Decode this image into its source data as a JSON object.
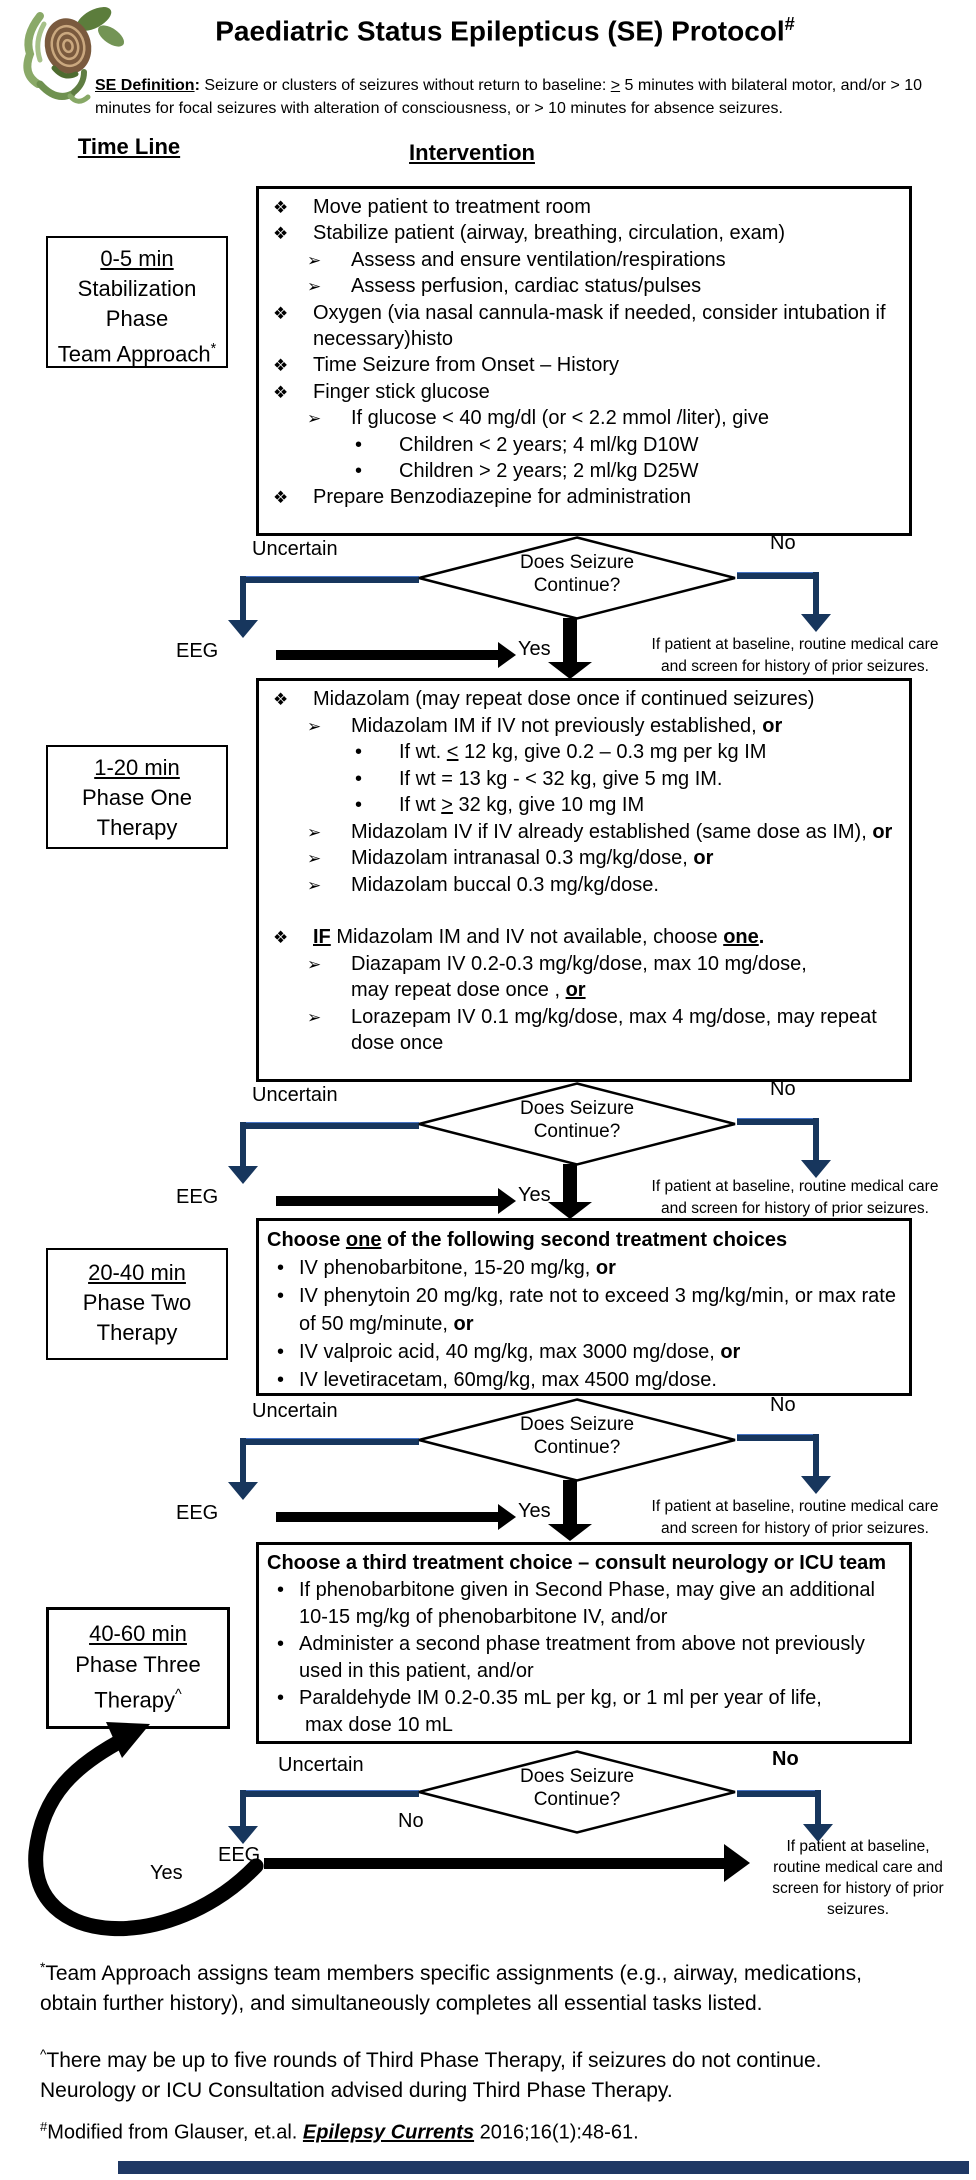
{
  "header": {
    "title": "Paediatric Status Epilepticus (SE) Protocol",
    "title_sup": "#",
    "definition": {
      "label": "SE Definition",
      "colon": ":",
      "t1": " Seizure or clusters of seizures without return to baseline: ",
      "op": ">",
      "t2": " 5 minutes with bilateral motor, and/or > 10 minutes for focal seizures with alteration of consciousness, or > 10 minutes for absence seizures."
    }
  },
  "columns": {
    "timeline": "Time Line",
    "intervention": "Intervention"
  },
  "timeline": {
    "box1": {
      "time": "0-5 min",
      "l1": "Stabilization",
      "l2": "Phase",
      "l3": "Team Approach",
      "sup": "*"
    },
    "box2": {
      "time": "1-20 min",
      "l1": "Phase One",
      "l2": "Therapy"
    },
    "box3": {
      "time": "20-40 min",
      "l1": "Phase Two",
      "l2": "Therapy"
    },
    "box4": {
      "time": "40-60 min",
      "l1": "Phase Three",
      "l2": "Therapy",
      "sup": "^"
    }
  },
  "stab": {
    "items": [
      {
        "t": "Move patient to treatment room"
      },
      {
        "t": "Stabilize patient (airway, breathing, circulation, exam)"
      },
      {
        "t": "Assess and ensure ventilation/respirations"
      },
      {
        "t": "Assess perfusion, cardiac status/pulses"
      },
      {
        "t": "Oxygen (via nasal cannula-mask if needed, consider intubation if necessary)histo"
      },
      {
        "t": "Time Seizure from Onset – History"
      },
      {
        "t": "Finger stick glucose"
      },
      {
        "t": "If glucose < 40 mg/dl (or < 2.2 mmol /liter), give"
      },
      {
        "t": "Children < 2 years; 4 ml/kg D10W"
      },
      {
        "t": "Children > 2 years; 2 ml/kg D25W"
      },
      {
        "t": "Prepare Benzodiazepine for administration"
      }
    ]
  },
  "phase1": {
    "items": [
      {
        "t": "Midazolam (may repeat dose once if continued seizures)"
      },
      {
        "t": "Midazolam IM if IV not previously established, ",
        "or": "or"
      },
      {
        "t1": "If wt. ",
        "op": "<",
        "t2": " 12 kg, give 0.2 – 0.3 mg per kg IM"
      },
      {
        "t": "If wt = 13 kg - < 32 kg, give 5 mg IM."
      },
      {
        "t1": "If wt ",
        "op": ">",
        "t2": " 32 kg, give 10 mg IM"
      },
      {
        "t": "Midazolam IV if IV already established (same dose as IM), ",
        "or": "or"
      },
      {
        "t": "Midazolam intranasal 0.3 mg/kg/dose, ",
        "or": "or"
      },
      {
        "t": "Midazolam buccal 0.3 mg/kg/dose."
      },
      {
        "if": "IF",
        "t": " Midazolam IM and IV not available, choose ",
        "one": "one",
        "dot": "."
      },
      {
        "t": "Diazapam IV 0.2-0.3 mg/kg/dose, max 10 mg/dose, may repeat dose once , ",
        "or": "or"
      },
      {
        "t": "Lorazepam IV 0.1 mg/kg/dose, max 4 mg/dose, may repeat dose once"
      }
    ]
  },
  "phase2": {
    "title_pre": "Choose ",
    "title_u": "one",
    "title_post": " of the following second treatment choices",
    "items": [
      {
        "t": "IV phenobarbitone, 15-20 mg/kg, ",
        "or": "or"
      },
      {
        "t": "IV phenytoin 20 mg/kg, rate not to exceed 3 mg/kg/min, or max rate of 50 mg/minute, ",
        "or": "or"
      },
      {
        "t": "IV valproic acid, 40 mg/kg, max 3000 mg/dose, ",
        "or": "or"
      },
      {
        "t": "IV levetiracetam, 60mg/kg, max 4500 mg/dose."
      }
    ]
  },
  "phase3": {
    "title": "Choose a third treatment choice – consult neurology or ICU team",
    "items": [
      {
        "t": "If phenobarbitone given in Second Phase, may give an additional 10-15 mg/kg of phenobarbitone IV, and/or"
      },
      {
        "t": "Administer a second phase treatment from above not previously used in this patient, and/or"
      },
      {
        "t": "Paraldehyde IM 0.2-0.35 mL per kg, or 1 ml per year of life,",
        "t2": "max dose 10 mL"
      }
    ]
  },
  "decision": {
    "q1": "Does Seizure",
    "q2": "Continue?",
    "uncertain": "Uncertain",
    "no": "No",
    "yes": "Yes",
    "eeg": "EEG",
    "note_l1": "If patient at baseline, routine medical care",
    "note_l2": "and screen for history of prior seizures.",
    "note4_l1": "If patient at baseline,",
    "note4_l2": "routine medical care and",
    "note4_l3": "screen for history of prior",
    "note4_l4": "seizures."
  },
  "footnotes": {
    "star_sup": "*",
    "star": "Team Approach assigns team members specific assignments (e.g., airway, medications, obtain further history), and simultaneously completes all essential tasks listed.",
    "caret_sup": "^",
    "caret": "There may be up to five rounds of Third Phase Therapy, if seizures do not continue. Neurology or ICU Consultation advised during Third Phase Therapy.",
    "hash_sup": "#",
    "hash_pre": "Modified from Glauser, et.al. ",
    "hash_cite": "Epilepsy Currents",
    "hash_post": " 2016;16(1):48-61."
  },
  "colors": {
    "accent_navy": "#17365d",
    "bottom_bar": "#1f3864",
    "logo_green": "#79985a",
    "logo_brown": "#7a5a3e"
  }
}
